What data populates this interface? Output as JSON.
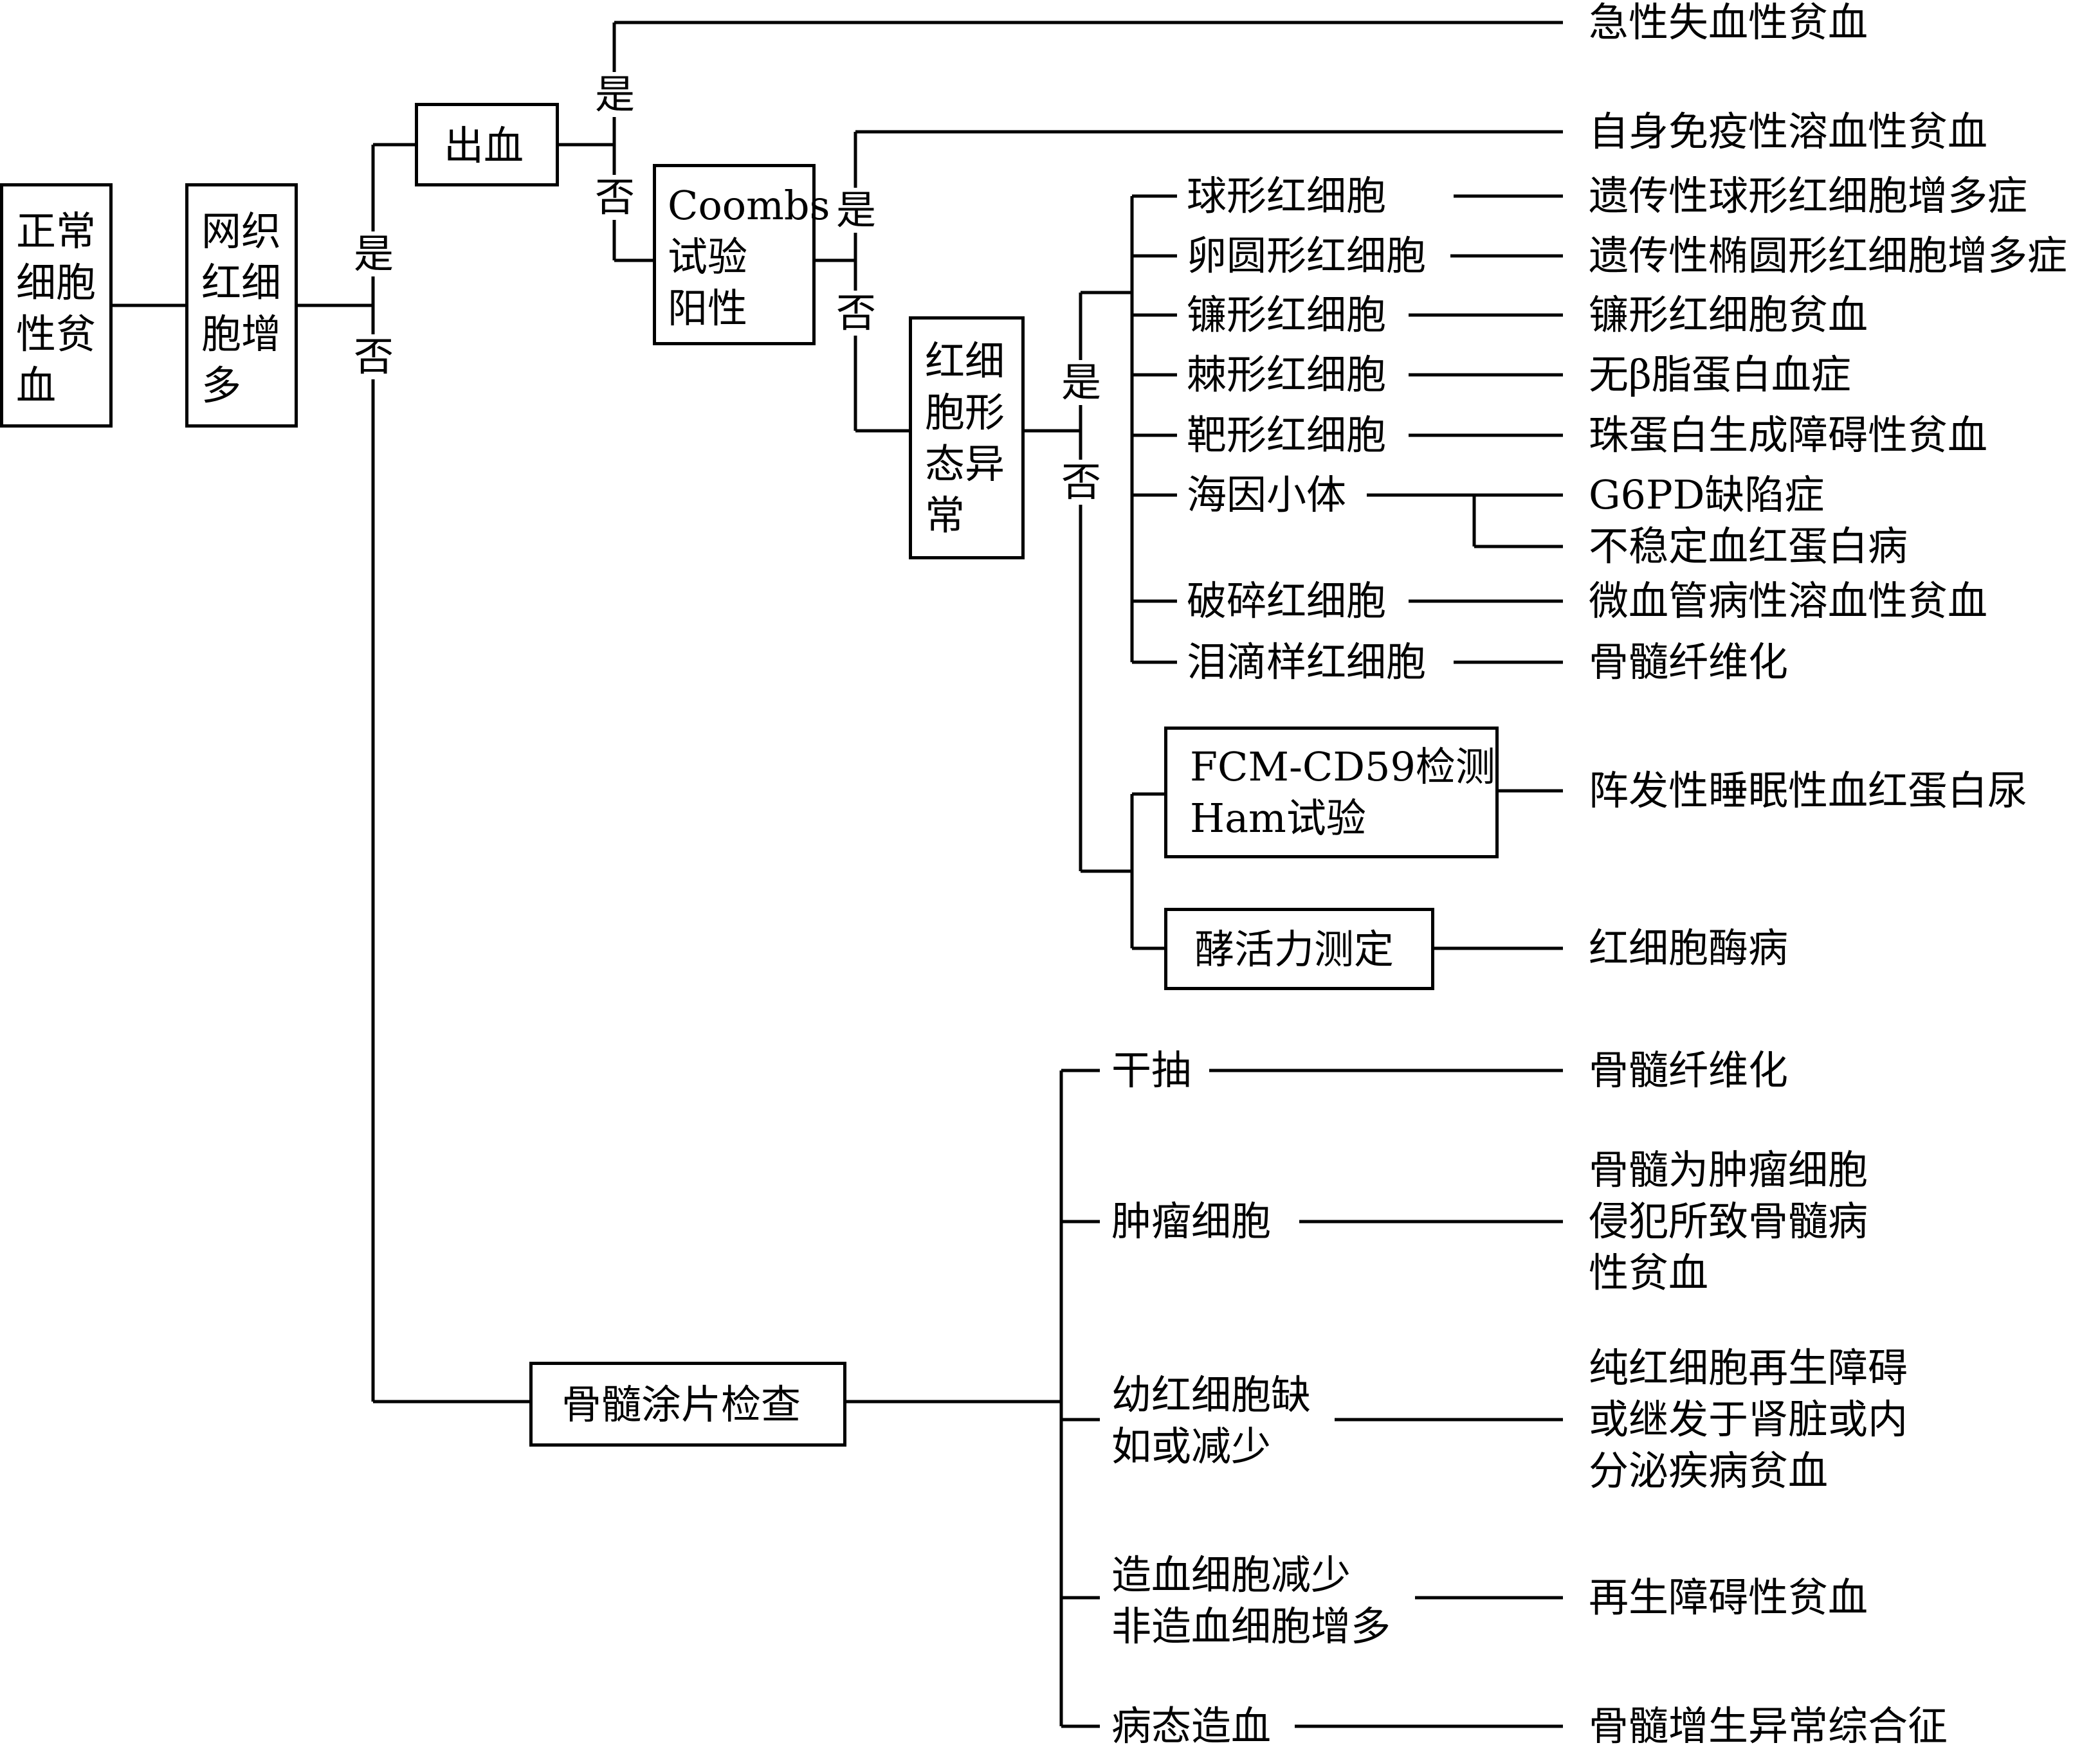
{
  "nodes": {
    "start": [
      "正常",
      "细胞",
      "性贫",
      "血"
    ],
    "reticulocyte": [
      "网织",
      "红细",
      "胞增",
      "多"
    ],
    "bleeding": "出血",
    "coombs": [
      "Coombs",
      "试验",
      "阳性"
    ],
    "rbc_morph": [
      "红细",
      "胞形",
      "态异",
      "常"
    ],
    "fcm": [
      "FCM-CD59检测",
      "Ham试验"
    ],
    "enzyme": "酵活力测定",
    "marrow": "骨髓涂片检查"
  },
  "yes_no": {
    "yes": "是",
    "no": "否"
  },
  "morphology": [
    "球形红细胞",
    "卵圆形红细胞",
    "镰形红细胞",
    "棘形红细胞",
    "靶形红细胞",
    "海因小体",
    "破碎红细胞",
    "泪滴样红细胞"
  ],
  "marrow_findings": [
    [
      "干抽"
    ],
    [
      "肿瘤细胞"
    ],
    [
      "幼红细胞缺",
      "如或减少"
    ],
    [
      "造血细胞减少",
      "非造血细胞增多"
    ],
    [
      "病态造血"
    ]
  ],
  "outcomes": {
    "acute_blood_loss": "急性失血性贫血",
    "autoimmune": "自身免疫性溶血性贫血",
    "spherocytosis": "遗传性球形红细胞增多症",
    "elliptocytosis": "遗传性椭圆形红细胞增多症",
    "sickle": "镰形红细胞贫血",
    "abeta": "无β脂蛋白血症",
    "thalassemia": "珠蛋白生成障碍性贫血",
    "g6pd": "G6PD缺陷症",
    "unstable_hb": "不稳定血红蛋白病",
    "microangiopathic": "微血管病性溶血性贫血",
    "myelofibrosis_1": "骨髓纤维化",
    "pnh": "阵发性睡眠性血红蛋白尿",
    "enzymopathy": "红细胞酶病",
    "myelofibrosis_2": "骨髓纤维化",
    "myelophthisic": [
      "骨髓为肿瘤细胞",
      "侵犯所致骨髓病",
      "性贫血"
    ],
    "pure_red_cell": [
      "纯红细胞再生障碍",
      "或继发于肾脏或内",
      "分泌疾病贫血"
    ],
    "aplastic": "再生障碍性贫血",
    "mds": "骨髓增生异常综合征"
  }
}
